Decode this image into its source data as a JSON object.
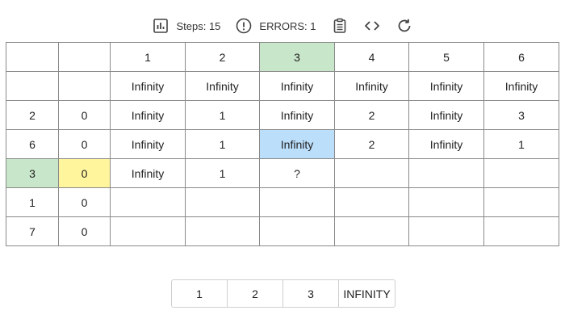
{
  "toolbar": {
    "steps_label": "Steps: 15",
    "errors_label": "ERRORS: 1"
  },
  "table": {
    "rows": [
      [
        "",
        "",
        "1",
        "2",
        "3",
        "4",
        "5",
        "6"
      ],
      [
        "",
        "",
        "Infinity",
        "Infinity",
        "Infinity",
        "Infinity",
        "Infinity",
        "Infinity"
      ],
      [
        "2",
        "0",
        "Infinity",
        "1",
        "Infinity",
        "2",
        "Infinity",
        "3"
      ],
      [
        "6",
        "0",
        "Infinity",
        "1",
        "Infinity",
        "2",
        "Infinity",
        "1"
      ],
      [
        "3",
        "0",
        "Infinity",
        "1",
        "?",
        "",
        "",
        ""
      ],
      [
        "1",
        "0",
        "",
        "",
        "",
        "",
        "",
        ""
      ],
      [
        "7",
        "0",
        "",
        "",
        "",
        "",
        "",
        ""
      ]
    ],
    "highlights": [
      {
        "row": 0,
        "col": 4,
        "color": "green"
      },
      {
        "row": 3,
        "col": 4,
        "color": "blue"
      },
      {
        "row": 4,
        "col": 0,
        "color": "green"
      },
      {
        "row": 4,
        "col": 1,
        "color": "yellow"
      }
    ]
  },
  "choices": [
    "1",
    "2",
    "3",
    "INFINITY"
  ]
}
